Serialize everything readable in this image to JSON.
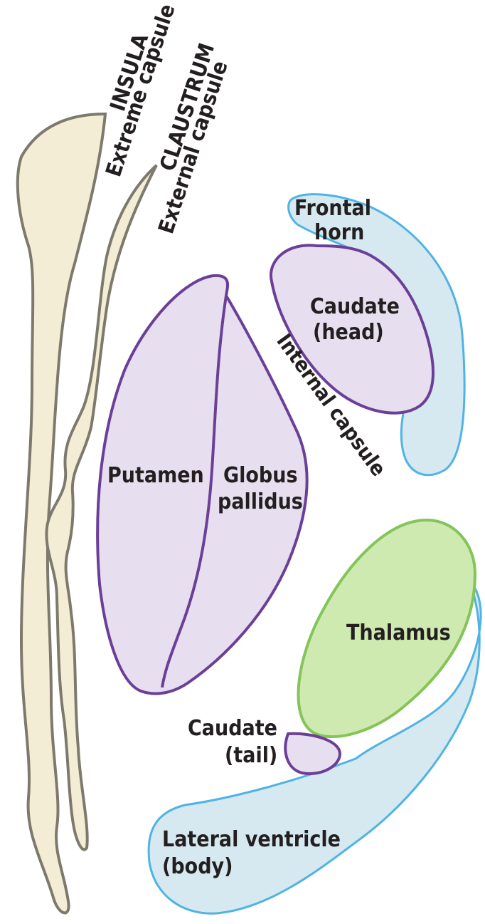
{
  "labels": {
    "insula": "INSULA",
    "extreme_capsule": "Extreme capsule",
    "claustrum": "CLAUSTRUM",
    "external_capsule": "External capsule",
    "frontal_horn": [
      "Frontal",
      "horn"
    ],
    "caudate_head": [
      "Caudate",
      "(head)"
    ],
    "internal_capsule": "Internal capsule",
    "putamen": "Putamen",
    "globus_pallidus": [
      "Globus",
      "pallidus"
    ],
    "thalamus": "Thalamus",
    "caudate_tail": [
      "Caudate",
      "(tail)"
    ],
    "lateral_ventricle": [
      "Lateral ventricle",
      "(body)"
    ]
  },
  "colors": {
    "insula_fill": "#f4edd6",
    "insula_stroke": "#7d7a6d",
    "ventricle_fill": "#d6e9f1",
    "ventricle_stroke": "#4fb3e4",
    "nucleus_fill": "#e7dff0",
    "nucleus_stroke": "#6b3f97",
    "thalamus_fill": "#cfeab0",
    "thalamus_stroke": "#84c45a"
  }
}
